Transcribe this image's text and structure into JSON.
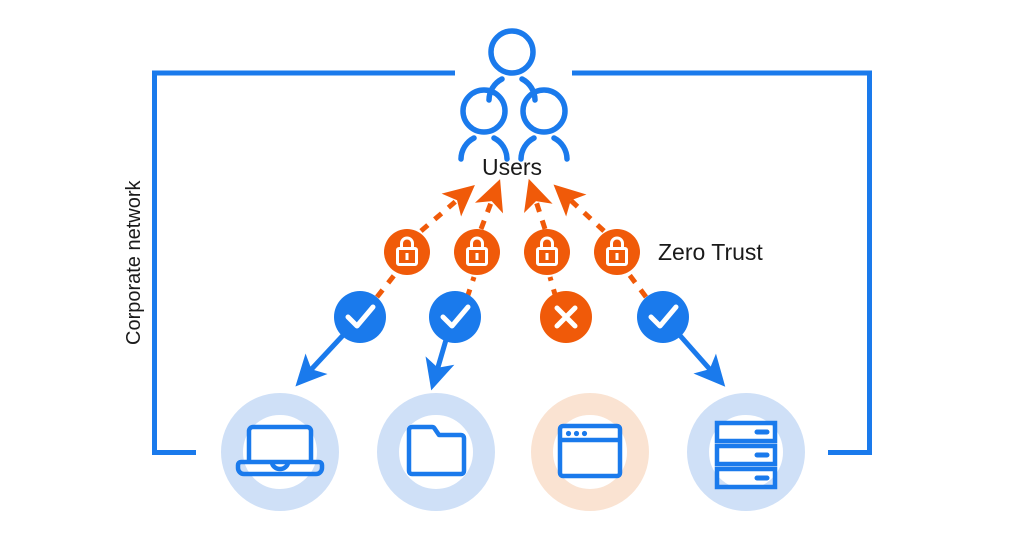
{
  "diagram": {
    "title": "Zero Trust corporate network access diagram",
    "type": "network-security-diagram",
    "colors": {
      "blue": "#1a7aec",
      "blue_dark": "#1976ec",
      "orange": "#f05a09",
      "ring_blue": "#cfe0f7",
      "ring_orange": "#fae3d2",
      "text": "#1a1a1a",
      "background": "#ffffff"
    },
    "boundary": {
      "label": "Corporate network",
      "stroke": "#1a7aec"
    },
    "users": {
      "label": "Users",
      "icon": "users-icon",
      "count_figures": 3
    },
    "zero_trust": {
      "label": "Zero Trust"
    },
    "gates": [
      {
        "id": 1,
        "lock_icon": "lock-icon",
        "decision": "allow",
        "decision_icon": "check-icon",
        "decision_color": "#1a7aec"
      },
      {
        "id": 2,
        "lock_icon": "lock-icon",
        "decision": "allow",
        "decision_icon": "check-icon",
        "decision_color": "#1a7aec"
      },
      {
        "id": 3,
        "lock_icon": "lock-icon",
        "decision": "deny",
        "decision_icon": "cross-icon",
        "decision_color": "#f05a09"
      },
      {
        "id": 4,
        "lock_icon": "lock-icon",
        "decision": "allow",
        "decision_icon": "check-icon",
        "decision_color": "#1a7aec"
      }
    ],
    "resources": [
      {
        "id": 1,
        "icon": "laptop-icon",
        "ring": "#cfe0f7",
        "status": "allowed"
      },
      {
        "id": 2,
        "icon": "folder-icon",
        "ring": "#cfe0f7",
        "status": "allowed"
      },
      {
        "id": 3,
        "icon": "browser-window-icon",
        "ring": "#fae3d2",
        "status": "blocked"
      },
      {
        "id": 4,
        "icon": "server-rack-icon",
        "ring": "#cfe0f7",
        "status": "allowed"
      }
    ],
    "connections": {
      "upstream_style": "dashed-orange-arrow",
      "downstream_style": "solid-blue-arrow"
    }
  }
}
